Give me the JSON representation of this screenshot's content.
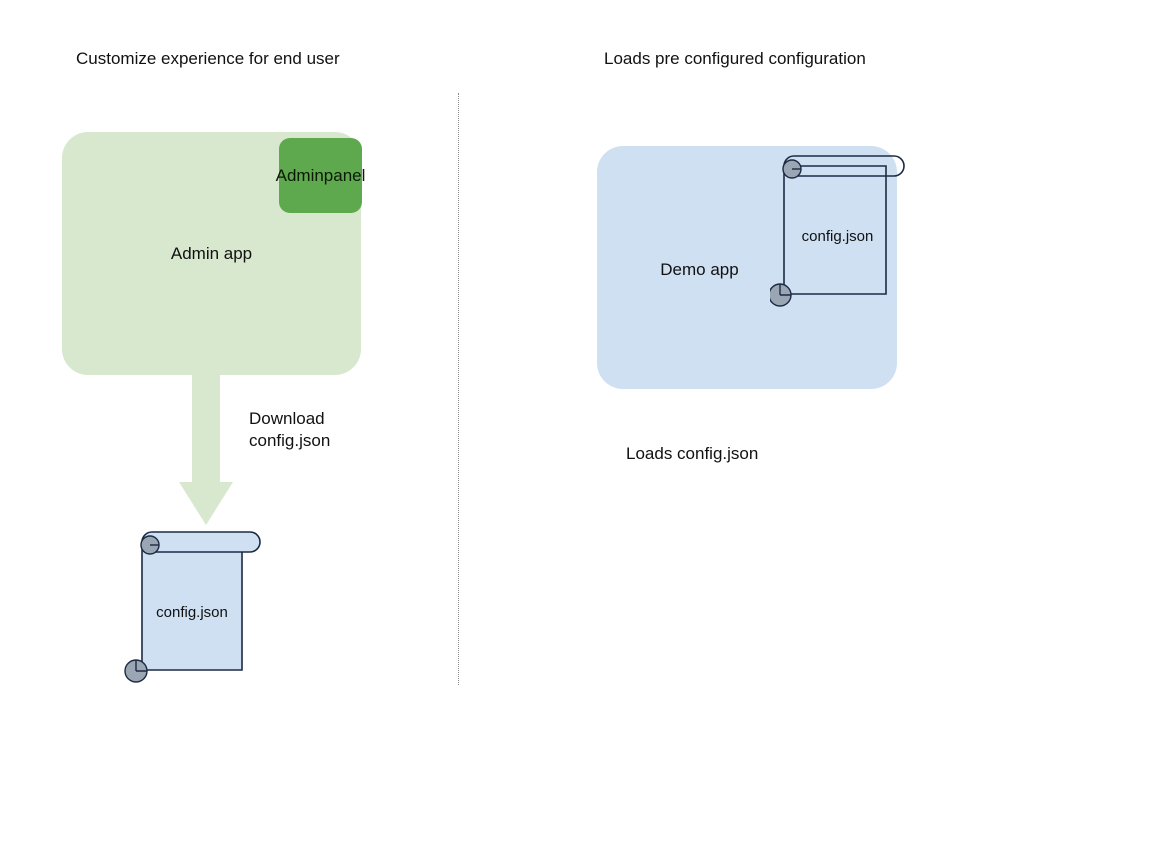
{
  "diagram": {
    "background_color": "#ffffff",
    "divider": {
      "name": "vertical-dotted-divider",
      "color": "#8a8a8a"
    }
  },
  "panels": {
    "left": {
      "title": "Customize experience for end user",
      "app": {
        "label": "Admin app",
        "fill_color": "#d8e8ce"
      },
      "badge": {
        "line1": "Admin",
        "line2": "panel",
        "fill_color": "#5ea84e"
      },
      "arrow": {
        "label_line1": "Download",
        "label_line2": "config.json",
        "fill_color": "#d8e8ce"
      },
      "document": {
        "label": "config.json",
        "fill_color": "#cee0f2",
        "stroke_color": "#1d2a44",
        "roll_color": "#9aa6b4"
      }
    },
    "right": {
      "title": "Loads pre configured configuration",
      "app": {
        "label": "Demo app",
        "fill_color": "#cee0f2"
      },
      "document": {
        "label": "config.json",
        "fill_color": "transparent",
        "stroke_color": "#1d2a44",
        "roll_color": "#9aa6b4"
      },
      "caption": "Loads config.json"
    }
  }
}
